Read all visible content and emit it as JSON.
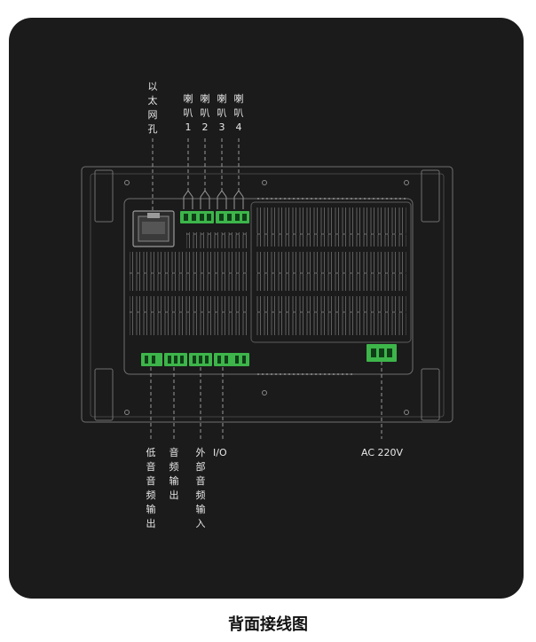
{
  "colors": {
    "background": "#1b1b1b",
    "line": "#8a8a8a",
    "terminal": "#3db54a",
    "text": "#e8e8e8"
  },
  "labels_top": {
    "ethernet": [
      "以",
      "太",
      "网",
      "孔"
    ],
    "spk1": [
      "喇",
      "叭",
      "1"
    ],
    "spk2": [
      "喇",
      "叭",
      "2"
    ],
    "spk3": [
      "喇",
      "叭",
      "3"
    ],
    "spk4": [
      "喇",
      "叭",
      "4"
    ]
  },
  "labels_bottom": {
    "bass_out": [
      "低",
      "音",
      "音",
      "频",
      "输",
      "出"
    ],
    "audio_out": [
      "音",
      "频",
      "输",
      "出"
    ],
    "ext_audio_in": [
      "外",
      "部",
      "音",
      "频",
      "输",
      "入"
    ],
    "io": "I/O",
    "ac": "AC 220V"
  },
  "caption": "背面接线图"
}
